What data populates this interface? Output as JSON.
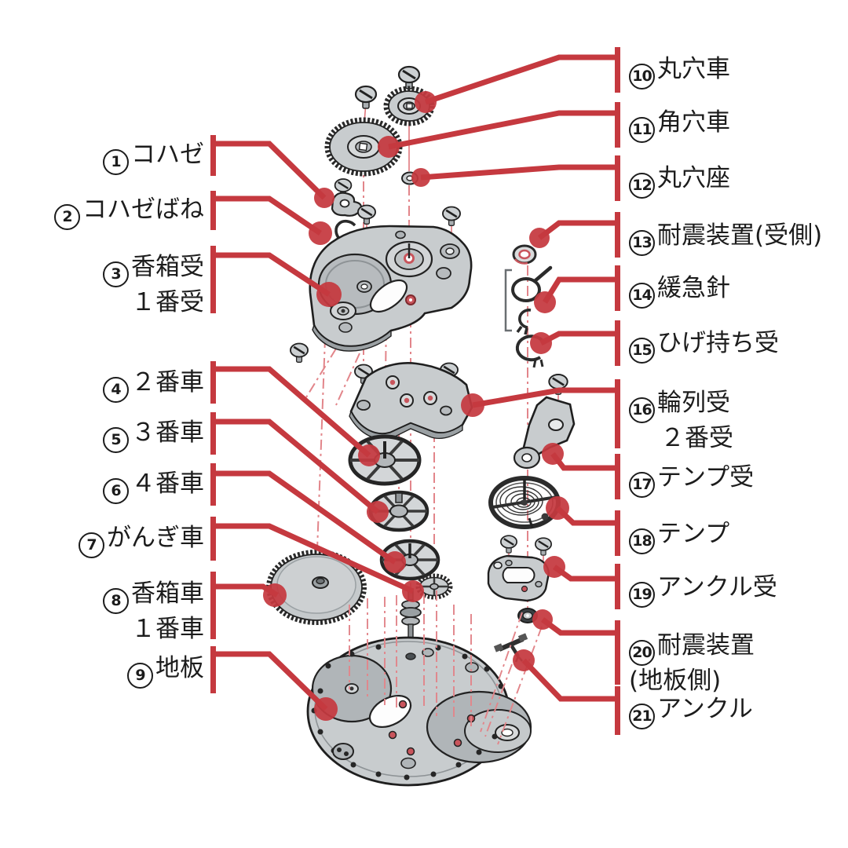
{
  "diagram_title": "watch-movement-exploded-view",
  "colors": {
    "leader_red": "#c5393f",
    "axis_pink": "#e2858a",
    "part_gray": "#c8ccce",
    "part_dark_gray": "#a9aeb1",
    "outline": "#1f1f1f",
    "jewel_red": "#c9555c",
    "text": "#1c1c1c",
    "background": "#ffffff"
  },
  "labels_left": [
    {
      "num": "1",
      "lines": [
        "コハゼ"
      ]
    },
    {
      "num": "2",
      "lines": [
        "コハゼばね"
      ]
    },
    {
      "num": "3",
      "lines": [
        "香箱受",
        "１番受"
      ]
    },
    {
      "num": "4",
      "lines": [
        "２番車"
      ]
    },
    {
      "num": "5",
      "lines": [
        "３番車"
      ]
    },
    {
      "num": "6",
      "lines": [
        "４番車"
      ]
    },
    {
      "num": "7",
      "lines": [
        "がんぎ車"
      ]
    },
    {
      "num": "8",
      "lines": [
        "香箱車",
        "１番車"
      ]
    },
    {
      "num": "9",
      "lines": [
        "地板"
      ]
    }
  ],
  "labels_right": [
    {
      "num": "10",
      "lines": [
        "丸穴車"
      ]
    },
    {
      "num": "11",
      "lines": [
        "角穴車"
      ]
    },
    {
      "num": "12",
      "lines": [
        "丸穴座"
      ]
    },
    {
      "num": "13",
      "lines": [
        "耐震装置(受側)"
      ]
    },
    {
      "num": "14",
      "lines": [
        "緩急針"
      ]
    },
    {
      "num": "15",
      "lines": [
        "ひげ持ち受"
      ]
    },
    {
      "num": "16",
      "lines": [
        "輪列受",
        "２番受"
      ]
    },
    {
      "num": "17",
      "lines": [
        "テンプ受"
      ]
    },
    {
      "num": "18",
      "lines": [
        "テンプ"
      ]
    },
    {
      "num": "19",
      "lines": [
        "アンクル受"
      ]
    },
    {
      "num": "20",
      "lines": [
        "耐震装置",
        "(地板側)"
      ]
    },
    {
      "num": "21",
      "lines": [
        "アンクル"
      ]
    }
  ]
}
